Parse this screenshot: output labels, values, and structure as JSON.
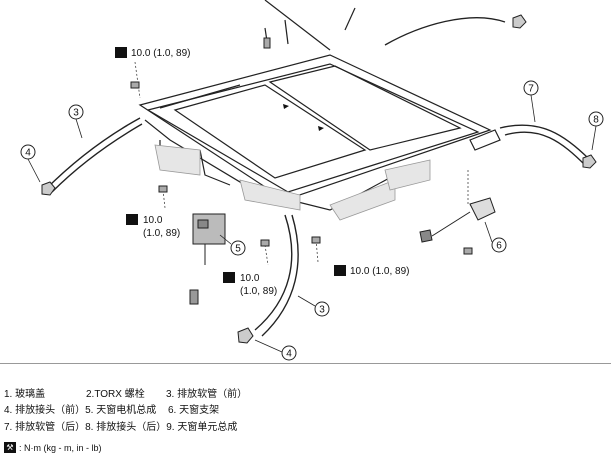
{
  "diagram": {
    "torque_values": [
      "10.0 (1.0, 89)",
      "10.0",
      "(1.0, 89)",
      "10.0",
      "(1.0, 89)",
      "10.0 (1.0, 89)"
    ],
    "callouts": [
      "3",
      "4",
      "5",
      "3",
      "4",
      "6",
      "7",
      "8"
    ]
  },
  "legend": {
    "row1": [
      "1. 玻璃盖",
      "2.TORX 螺栓",
      "3. 排放软管（前）"
    ],
    "row2": [
      "4. 排放接头（前）5. 天窗电机总成",
      "6. 天窗支架"
    ],
    "row3": [
      "7. 排放软管（后）8. 排放接头（后）9. 天窗单元总成"
    ],
    "torque_key": ": N·m (kg - m, in - lb)"
  },
  "icons": {
    "wrench": "torque-wrench-icon"
  }
}
